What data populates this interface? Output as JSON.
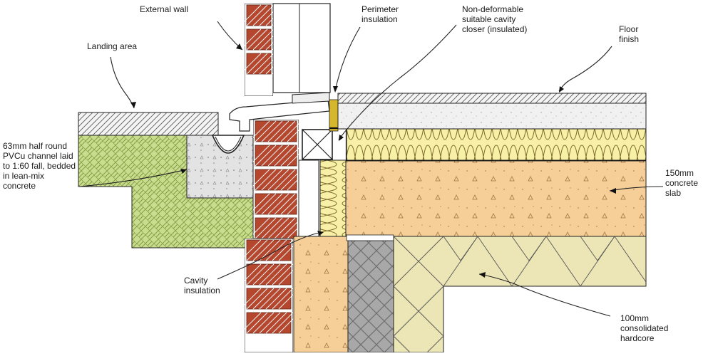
{
  "labels": {
    "external_wall": "External wall",
    "perimeter_insulation": "Perimeter\ninsulation",
    "cavity_closer": "Non-deformable\nsuitable cavity\ncloser (insulated)",
    "floor_finish": "Floor\nfinish",
    "landing_area": "Landing area",
    "channel": "63mm half round\nPVCu channel laid\nto 1:60 fall, bedded\nin lean-mix\nconcrete",
    "concrete_slab": "150mm\nconcrete\nslab",
    "cavity_insulation": "Cavity\ninsulation",
    "hardcore": "100mm\nconsolidated\nhardcore"
  },
  "colors": {
    "brick": "#b5472f",
    "mortar": "#ffffff",
    "ground": "#c9dc8f",
    "slab": "#f6cf98",
    "hardcore": "#ece5b5",
    "lean_mix": "#e3e3e3",
    "insulation": "#f9f0a8",
    "screed": "#f1f1f1",
    "blockwork": "#a8a8a8",
    "line": "#222222"
  }
}
